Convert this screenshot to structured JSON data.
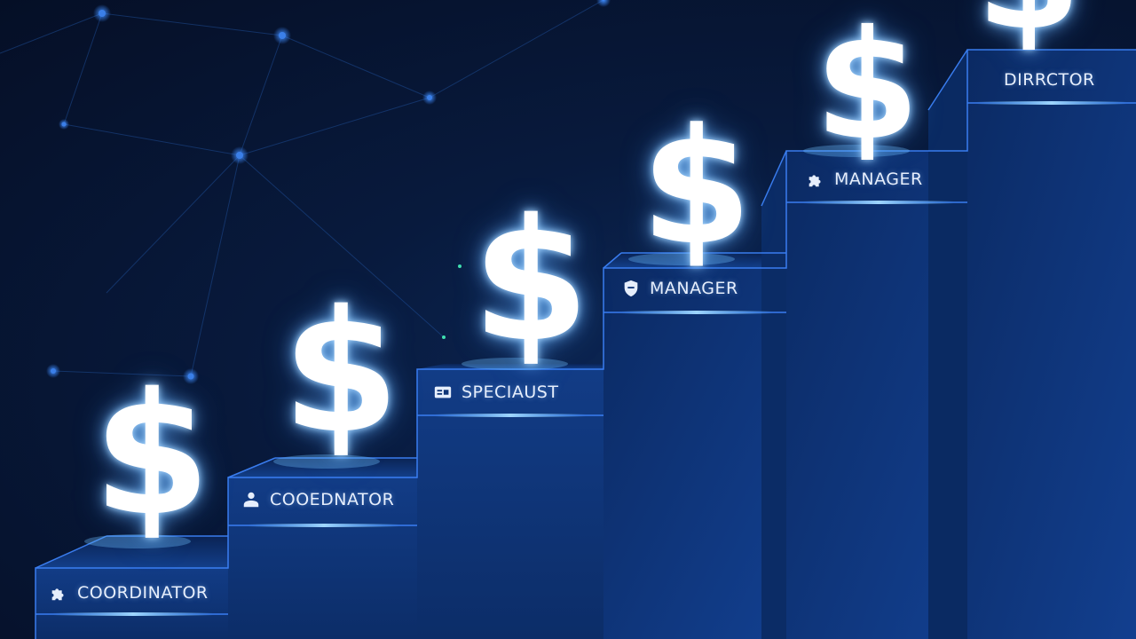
{
  "steps": [
    {
      "label": "COORDINATOR",
      "icon": "puzzle-icon"
    },
    {
      "label": "COOEDNATOR",
      "icon": "person-icon"
    },
    {
      "label": "SPECIAUST",
      "icon": "card-icon"
    },
    {
      "label": "MANAGER",
      "icon": "shield-icon"
    },
    {
      "label": "MANAGER",
      "icon": "puzzle-icon"
    },
    {
      "label": "DIRRCTOR",
      "icon": ""
    }
  ],
  "symbol": "$",
  "colors": {
    "background": "#071633",
    "step_face": "#0f3577",
    "step_edge": "#3f86ff",
    "glow": "#7fc4ff",
    "text": "#e6eefc"
  }
}
